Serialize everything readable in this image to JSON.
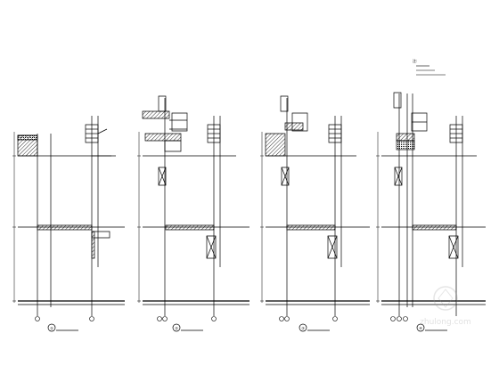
{
  "sheet": {
    "background": "#ffffff",
    "line_color": "#000000",
    "watermark_text": "zhulong.com",
    "notes": {
      "heading": "注:",
      "lines": [
        "",
        "",
        ""
      ]
    },
    "sections": [
      {
        "id": "a",
        "number": "①",
        "title": ""
      },
      {
        "id": "b",
        "number": "②",
        "title": ""
      },
      {
        "id": "c",
        "number": "③",
        "title": ""
      },
      {
        "id": "d",
        "number": "④",
        "title": ""
      }
    ]
  }
}
